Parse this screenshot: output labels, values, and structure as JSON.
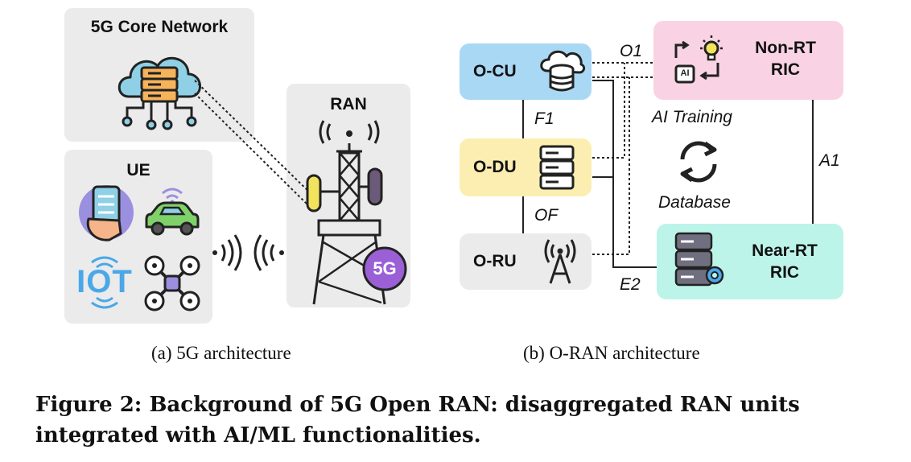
{
  "panel_a": {
    "core_title": "5G Core Network",
    "ue_title": "UE",
    "ran_title": "RAN",
    "badge": "5G",
    "iot": "IOT",
    "caption": "(a)  5G architecture"
  },
  "panel_b": {
    "ocu": "O-CU",
    "odu": "O-DU",
    "oru": "O-RU",
    "nonrt_line1": "Non-RT",
    "nonrt_line2": "RIC",
    "nearrt_line1": "Near-RT",
    "nearrt_line2": "RIC",
    "ai_chip": "AI",
    "o1": "O1",
    "f1": "F1",
    "of": "OF",
    "a1": "A1",
    "e2": "E2",
    "ai_training": "AI Training",
    "database": "Database",
    "caption": "(b)  O-RAN architecture"
  },
  "figure_caption": "Figure 2: Background of 5G Open RAN: disaggregated RAN units integrated with AI/ML functionalities.",
  "colors": {
    "panel_gray": "#ebebeb",
    "ocu_blue": "#a9d8f5",
    "odu_yellow": "#fbeeb0",
    "oru_gray": "#ebebeb",
    "nonrt_pink": "#f9d3e3",
    "nearrt_teal": "#bdf4ea",
    "cloud_blue": "#8fd0e6",
    "server_orange": "#f6b35a",
    "badge_purple": "#9b5fd6"
  }
}
